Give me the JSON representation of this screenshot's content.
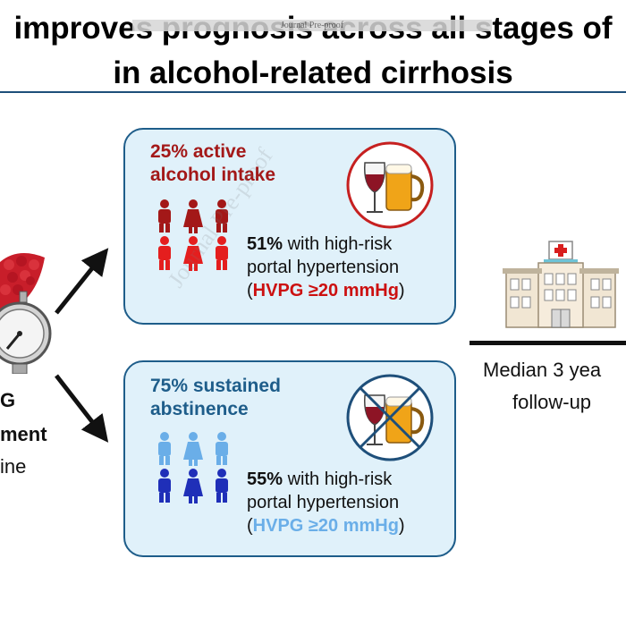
{
  "header": {
    "title_line1": "improves prognosis across all stages of",
    "title_line2": "in alcohol-related cirrhosis",
    "watermark": "Journal Pre-proof"
  },
  "left": {
    "line1": "G",
    "line2": "ment",
    "line3": "ine"
  },
  "panel_active": {
    "heading_line1": "25% active",
    "heading_line2": "alcohol intake",
    "stat_value": "51%",
    "stat_line1_rest": " with high-risk",
    "stat_line2": "portal hypertension",
    "paren_open": "(",
    "hvpg": "HVPG ≥20 mmHg",
    "paren_close": ")",
    "people_color_top": "#a31818",
    "people_color_bottom": "#e41e1e"
  },
  "panel_abstinent": {
    "heading_line1": "75% sustained",
    "heading_line2": "abstinence",
    "stat_value": "55%",
    "stat_line1_rest": " with high-risk",
    "stat_line2": "portal hypertension",
    "paren_open": "(",
    "hvpg": "HVPG ≥20 mmHg",
    "paren_close": ")",
    "people_color_top": "#6aaee8",
    "people_color_bottom": "#1f2fb8"
  },
  "followup": {
    "line1": "Median 3 yea",
    "line2": "follow-up"
  },
  "diagonal_watermark": "Journal Pre-proof",
  "icons": [
    "liver-icon",
    "pressure-gauge-icon",
    "wine-beer-icon",
    "crossed-wine-beer-icon",
    "hospital-icon",
    "person-icon",
    "arrow-icon"
  ]
}
